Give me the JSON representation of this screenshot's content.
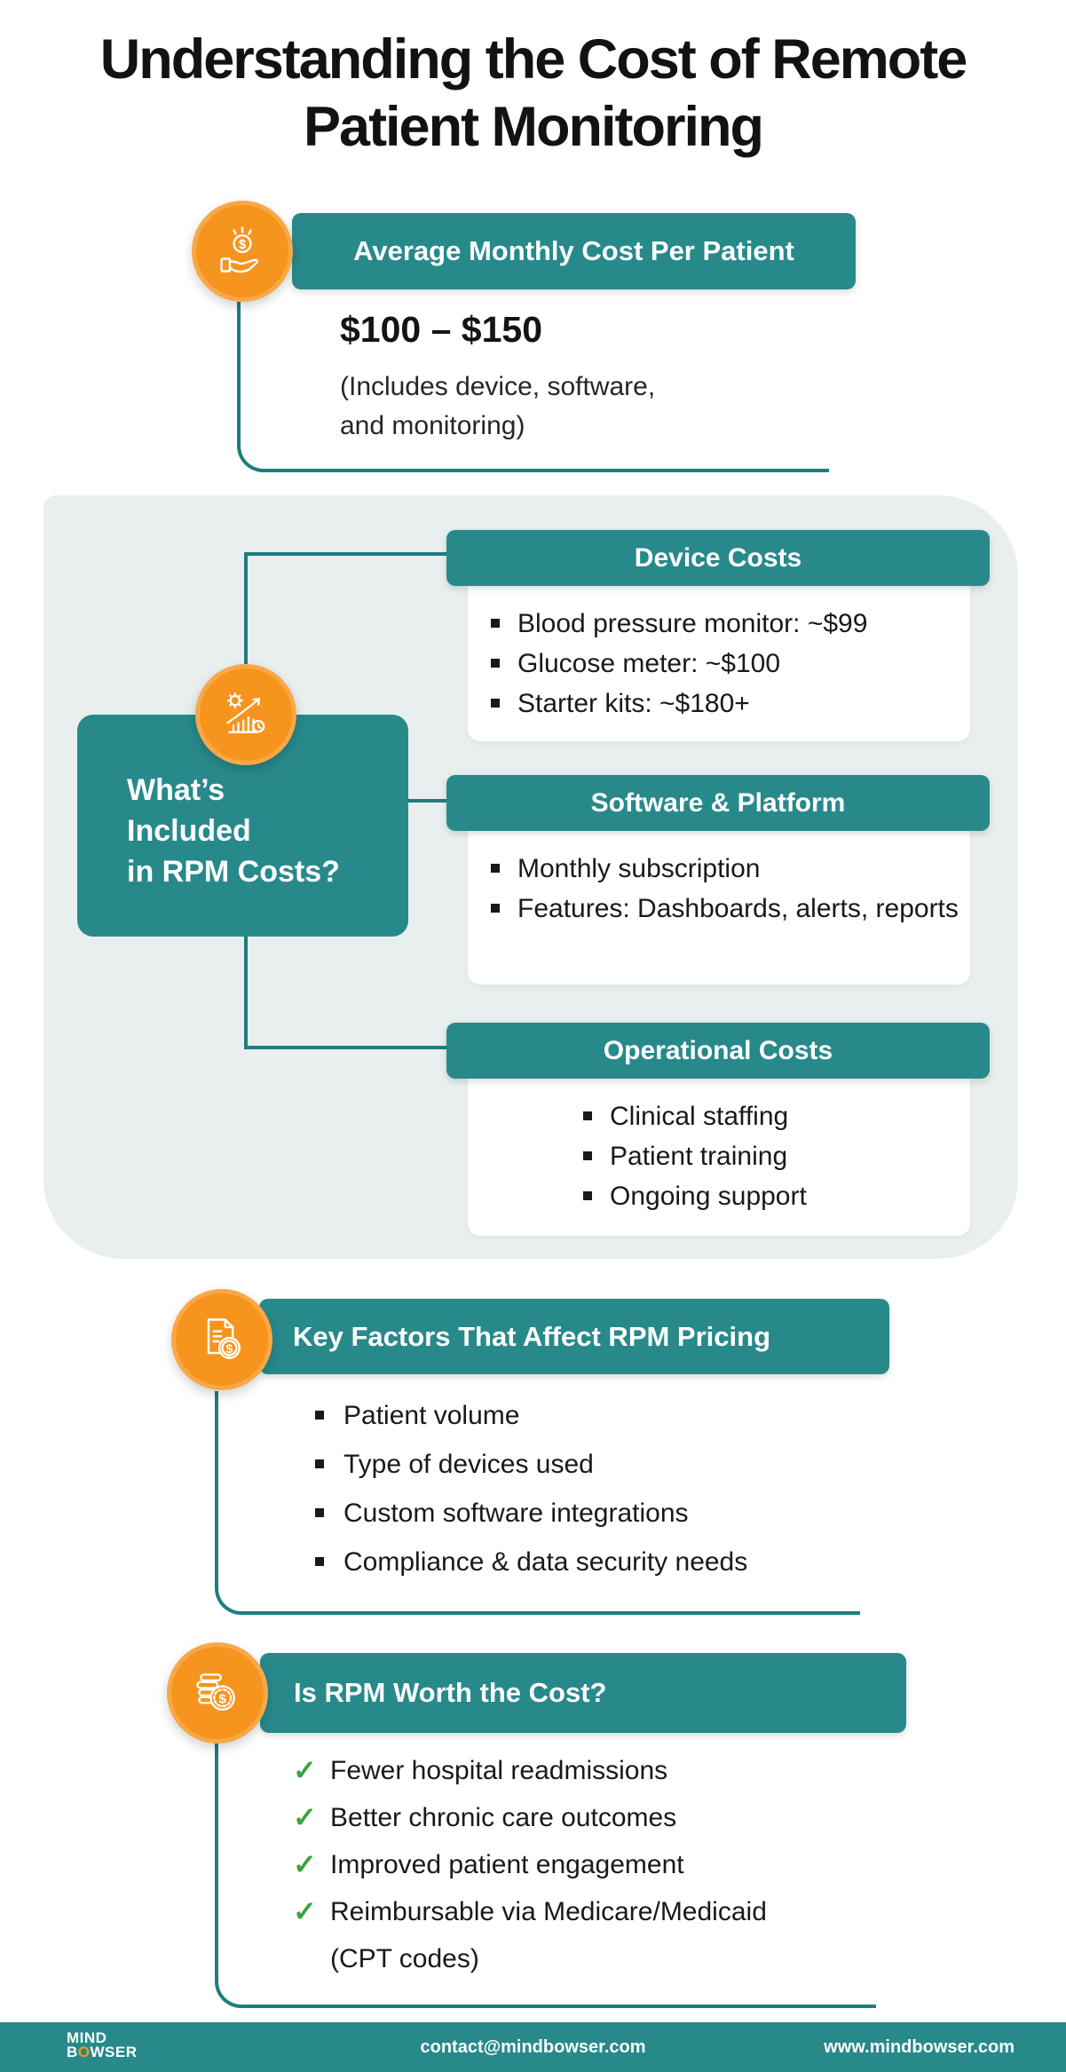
{
  "title": {
    "line1": "Understanding the Cost of Remote",
    "line2": "Patient Monitoring"
  },
  "avg_cost": {
    "icon": "hand-coin-icon",
    "banner": "Average Monthly Cost Per Patient",
    "price": "$100 – $150",
    "note_line1": "(Includes device, software,",
    "note_line2": "and monitoring)"
  },
  "included": {
    "icon": "gear-growth-icon",
    "question_line1": "What’s",
    "question_line2": "Included",
    "question_line3": "in RPM Costs?",
    "cards": [
      {
        "title": "Device Costs",
        "items": [
          "Blood pressure monitor: ~$99",
          "Glucose meter: ~$100",
          "Starter kits: ~$180+"
        ]
      },
      {
        "title": "Software & Platform",
        "items": [
          "Monthly subscription",
          "Features: Dashboards, alerts, reports"
        ]
      },
      {
        "title": "Operational Costs",
        "items": [
          "Clinical staffing",
          "Patient training",
          "Ongoing support"
        ]
      }
    ]
  },
  "key_factors": {
    "icon": "document-dollar-icon",
    "banner": "Key Factors That Affect RPM Pricing",
    "items": [
      "Patient volume",
      "Type of devices used",
      "Custom software integrations",
      "Compliance & data security needs"
    ]
  },
  "worth": {
    "icon": "coins-icon",
    "banner": "Is RPM Worth the Cost?",
    "items": [
      "Fewer hospital readmissions",
      "Better chronic care outcomes",
      "Improved patient engagement",
      "Reimbursable via Medicare/Medicaid (CPT codes)"
    ]
  },
  "footer": {
    "logo_line1": "MIND",
    "logo_b": "B",
    "logo_o": "O",
    "logo_rest": "WSER",
    "email": "contact@mindbowser.com",
    "website": "www.mindbowser.com"
  },
  "colors": {
    "teal": "#28898B",
    "teal_dark": "#1D7D7F",
    "orange": "#F7941E",
    "orange_light": "#F9A848",
    "mint": "#E9EFEE",
    "green": "#3AA33E",
    "ink": "#121212"
  }
}
